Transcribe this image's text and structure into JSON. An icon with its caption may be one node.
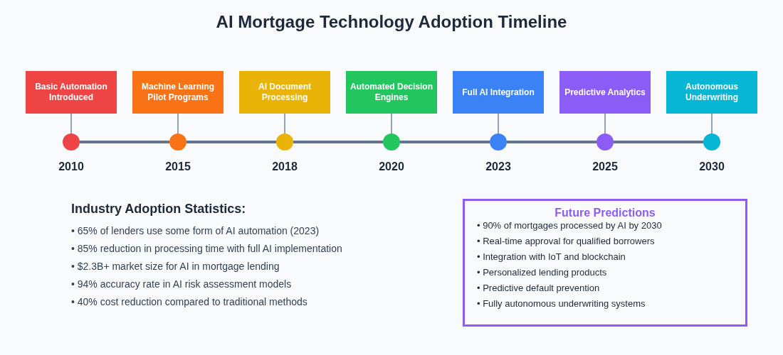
{
  "diagram": {
    "title": "AI Mortgage Technology Adoption Timeline",
    "nodes": [
      {
        "text": [
          "Basic Automation Introduced"
        ]
      },
      {
        "text": [
          "Machine Learning Pilot Programs"
        ]
      },
      {
        "text": [
          "AI Document Processing"
        ]
      },
      {
        "text": [
          "Automated Decision Engines"
        ]
      },
      {
        "text": [
          "Full AI Integration"
        ]
      },
      {
        "text": [
          "Predictive Analytics"
        ]
      },
      {
        "text": [
          "Autonomous Underwriting"
        ]
      },
      {
        "text": [],
        "shape": "circle",
        "beside": [
          "2010"
        ]
      },
      {
        "text": [],
        "shape": "circle",
        "beside": [
          "2015"
        ]
      },
      {
        "text": [],
        "shape": "circle",
        "beside": [
          "2018"
        ]
      },
      {
        "text": [],
        "shape": "circle",
        "beside": [
          "2020"
        ]
      },
      {
        "text": [],
        "shape": "circle",
        "beside": [
          "2023"
        ]
      },
      {
        "text": [],
        "shape": "circle",
        "beside": [
          "2025"
        ]
      },
      {
        "text": [],
        "shape": "circle",
        "beside": [
          "2030"
        ]
      },
      {
        "text": [
          "Future Predictions",
          "• 90% of mortgages processed by AI by 2030",
          "• Real-time approval for qualified borrowers",
          "• Integration with IoT and blockchain",
          "• Personalized lending products",
          "• Predictive default prevention",
          "• Fully autonomous underwriting systems"
        ]
      }
    ],
    "edges": [
      {
        "from": 0,
        "to": 7,
        "arrow": "none"
      },
      {
        "from": 1,
        "to": 8,
        "arrow": "none"
      },
      {
        "from": 2,
        "to": 9,
        "arrow": "none"
      },
      {
        "from": 3,
        "to": 10,
        "arrow": "none"
      },
      {
        "from": 4,
        "to": 11,
        "arrow": "none"
      },
      {
        "from": 5,
        "to": 12,
        "arrow": "none"
      },
      {
        "from": 6,
        "to": 13,
        "arrow": "none"
      },
      {
        "from": 7,
        "to": 8,
        "arrow": "none",
        "style": "thick",
        "color": "#64748b"
      },
      {
        "from": 8,
        "to": 9,
        "arrow": "none",
        "style": "thick",
        "color": "#64748b"
      },
      {
        "from": 9,
        "to": 10,
        "arrow": "none",
        "style": "thick",
        "color": "#64748b"
      },
      {
        "from": 10,
        "to": 11,
        "arrow": "none",
        "style": "thick",
        "color": "#64748b"
      },
      {
        "from": 11,
        "to": 12,
        "arrow": "none",
        "style": "thick",
        "color": "#64748b"
      },
      {
        "from": 12,
        "to": 13,
        "arrow": "none",
        "style": "thick",
        "color": "#64748b"
      }
    ],
    "labels": [
      "Industry Adoption Statistics:",
      "• 65% of lenders use some form of AI automation (2023)",
      "• 85% reduction in processing time with full AI implementation",
      "• $2.3B+ market size for AI in mortgage lending",
      "• 94% accuracy rate in AI risk assessment models",
      "• 40% cost reduction compared to traditional methods"
    ]
  }
}
